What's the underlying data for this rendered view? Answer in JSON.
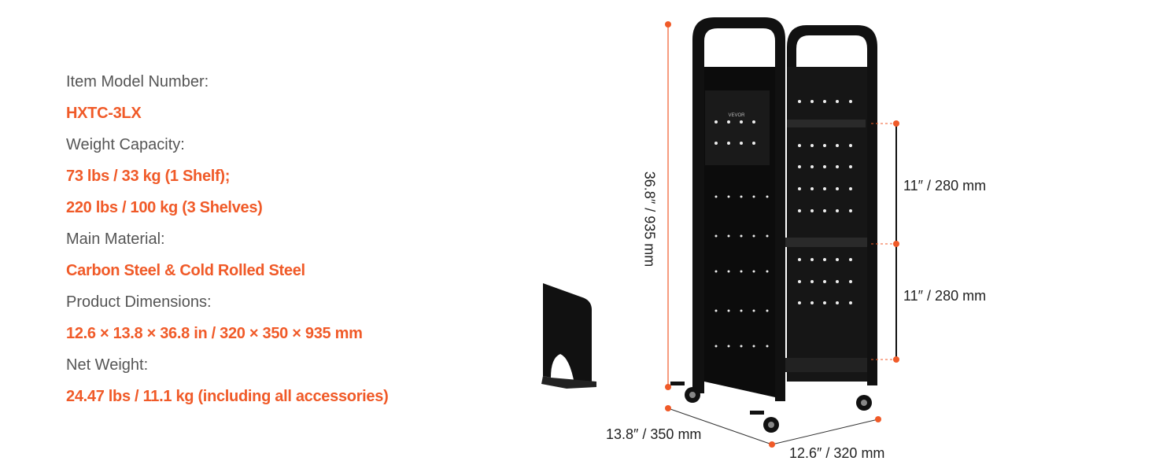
{
  "specs": [
    {
      "label": "Item Model Number:",
      "values": [
        "HXTC-3LX"
      ]
    },
    {
      "label": "Weight Capacity:",
      "values": [
        "73 lbs / 33 kg (1 Shelf);",
        "220 lbs / 100 kg (3 Shelves)"
      ]
    },
    {
      "label": "Main Material:",
      "values": [
        "Carbon Steel & Cold Rolled Steel"
      ]
    },
    {
      "label": "Product Dimensions:",
      "values": [
        "12.6 × 13.8 × 36.8 in / 320 × 350 × 935 mm"
      ]
    },
    {
      "label": "Net Weight:",
      "values": [
        "24.47 lbs / 11.1 kg (including all accessories)"
      ]
    }
  ],
  "dimensions": {
    "height": "36.8″ / 935 mm",
    "depth": "13.8″ / 350 mm",
    "width": "12.6″ / 320 mm",
    "shelf_upper": "11″ / 280 mm",
    "shelf_lower": "11″ / 280 mm"
  },
  "brand_logo": "VEVOR",
  "colors": {
    "accent": "#f05a28",
    "label": "#555555",
    "product": "#111111"
  }
}
